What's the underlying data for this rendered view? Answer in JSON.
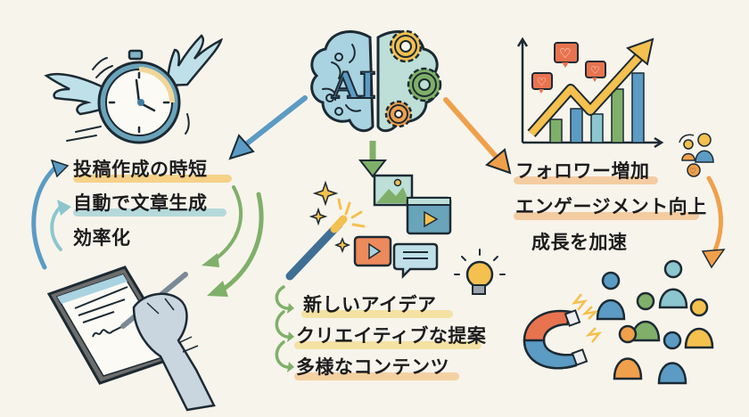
{
  "center": {
    "title": "AI",
    "icon": "brain-gear-icon"
  },
  "left_branch": {
    "items": [
      {
        "label": "投稿作成の時短",
        "highlight": "#f4c766"
      },
      {
        "label": "自動で文章生成",
        "highlight": "#9fd0d6"
      },
      {
        "label": "効率化",
        "highlight": ""
      }
    ],
    "icons": [
      "winged-stopwatch-icon",
      "robot-hand-tablet-icon"
    ]
  },
  "middle_branch": {
    "items": [
      {
        "label": "新しいアイデア",
        "highlight": "#f1dc8a"
      },
      {
        "label": "クリエイティブな提案",
        "highlight": "#f1dc8a"
      },
      {
        "label": "多様なコンテンツ",
        "highlight": "#f3c58a"
      }
    ],
    "icons": [
      "magic-wand-icon",
      "image-icon",
      "video-icon",
      "chat-bubble-icon",
      "lightbulb-icon"
    ]
  },
  "right_branch": {
    "items": [
      {
        "label": "フォロワー増加",
        "highlight": "#f3bf88"
      },
      {
        "label": "エンゲージメント向上",
        "highlight": "#f3bf88"
      },
      {
        "label": "成長を加速",
        "highlight": ""
      }
    ],
    "icons": [
      "growth-chart-icon",
      "heart-notification-icon",
      "community-icon",
      "magnet-people-icon"
    ]
  },
  "colors": {
    "background": "#f7f4ec",
    "blue": "#5b9bc4",
    "light_blue": "#9fd0d6",
    "green": "#7fb069",
    "orange": "#f0a04b",
    "red_orange": "#e8734f",
    "yellow": "#f4c04e",
    "outline": "#1c2a33"
  }
}
